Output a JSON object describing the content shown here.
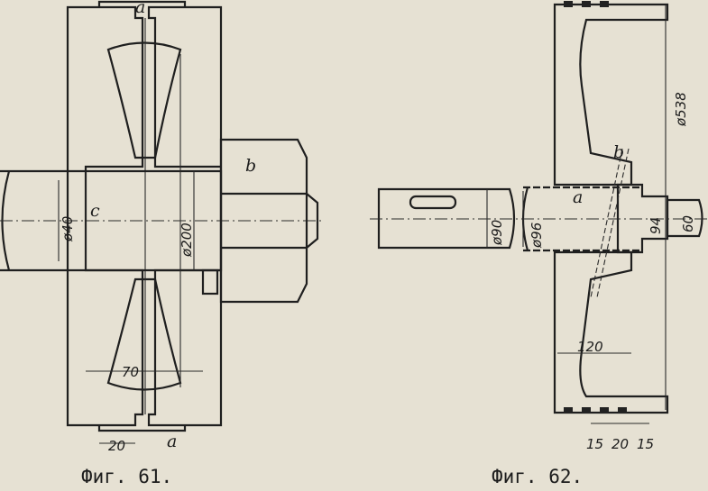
{
  "figure_61": {
    "caption": "Фиг. 61.",
    "labels": {
      "a_top": "a",
      "a_bottom": "a",
      "b": "b",
      "c": "c"
    },
    "dimensions": {
      "shaft_diameter": "ø40",
      "disc_diameter": "ø200",
      "hub_width": "70",
      "rim_width": "20"
    }
  },
  "figure_62": {
    "caption": "Фиг. 62.",
    "labels": {
      "a": "a",
      "b": "b"
    },
    "dimensions": {
      "shaft_end": "ø90",
      "bore": "ø96",
      "hub_step": "94",
      "spigot": "60",
      "outer_diameter": "ø538",
      "hub_length": "120",
      "rim_left": "15",
      "rim_mid": "20",
      "rim_right": "15"
    }
  },
  "colors": {
    "paper": "#e6e1d3",
    "ink": "#1f1f1f"
  }
}
